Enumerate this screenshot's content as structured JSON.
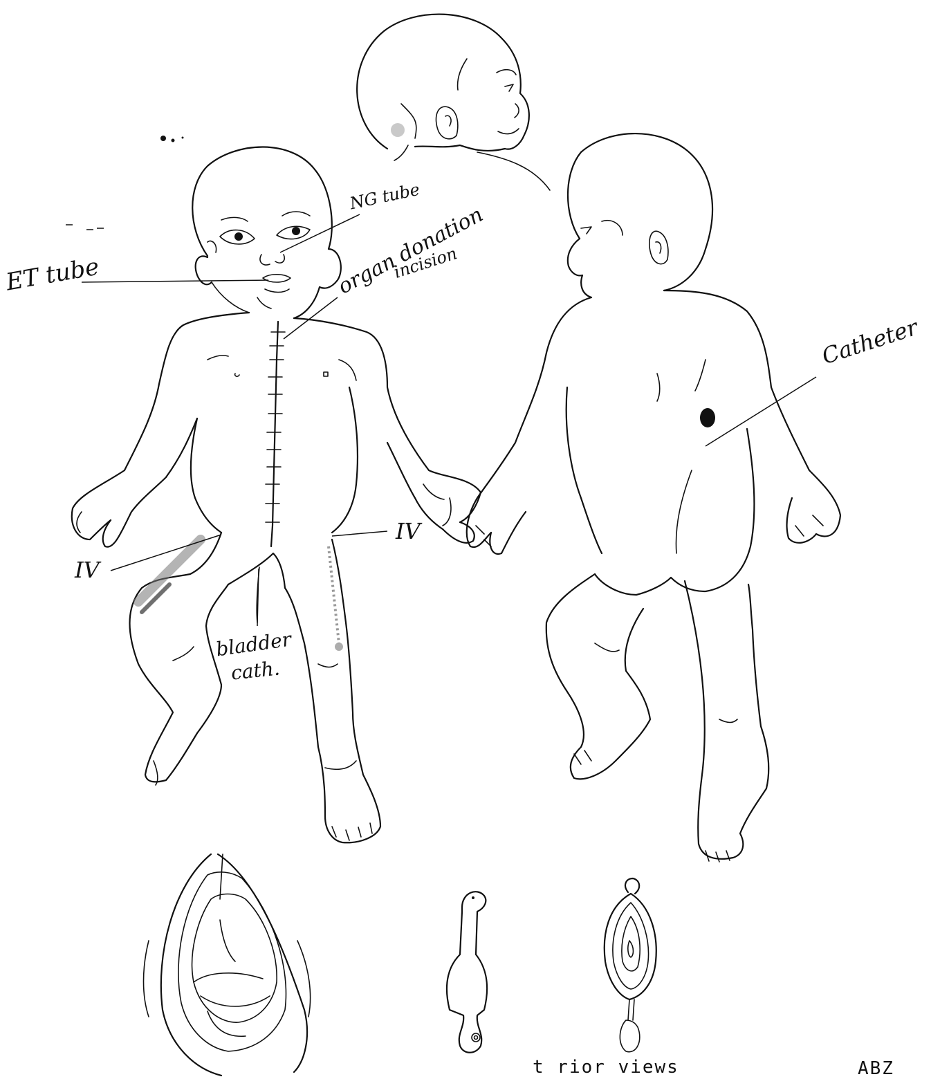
{
  "annotations": {
    "et_tube": "ET tube",
    "ng_tube": "NG tube",
    "organ_donation_line1": "organ donation",
    "organ_donation_line2": "incision",
    "catheter": "Catheter",
    "iv_left": "IV",
    "iv_right": "IV",
    "bladder_line1": "bladder",
    "bladder_line2": "cath."
  },
  "footer": {
    "caption_fragment": "t  rior  views",
    "page_code_fragment": "ABZ"
  }
}
